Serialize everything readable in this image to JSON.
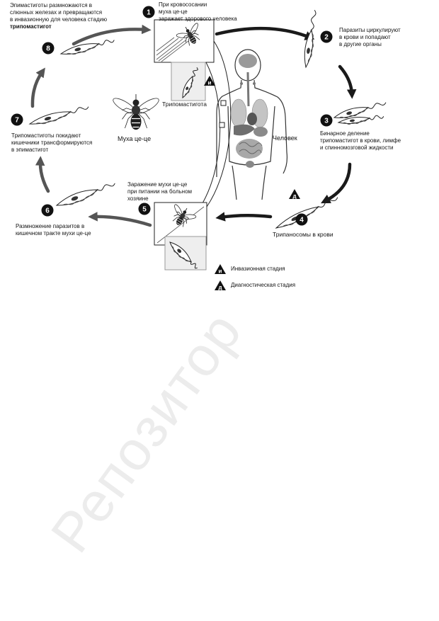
{
  "steps": [
    {
      "number": "1",
      "lines": [
        "При кровососании",
        "муха це-це",
        "заражает здорового человека"
      ]
    },
    {
      "number": "2",
      "lines": [
        "Паразиты циркулируют",
        "в крови и попадают",
        "в другие органы"
      ]
    },
    {
      "number": "3",
      "lines": [
        "Бинарное деление",
        "трипомастигот в крови, лимфе",
        "и спинномозговой жидкости"
      ]
    },
    {
      "number": "4",
      "lines": [
        "Трипаносомы в крови"
      ]
    },
    {
      "number": "5",
      "lines": [
        "Заражение мухи це-це",
        "при питании на больном",
        "хозяине"
      ]
    },
    {
      "number": "6",
      "lines": [
        "Размножение паразитов в",
        "кишечном тракте мухи це-це"
      ]
    },
    {
      "number": "7",
      "lines": [
        "Трипомастиготы покидают",
        "кишечники трансформируются",
        "в эпимастигот"
      ]
    },
    {
      "number": "8",
      "lines": [
        "Эпимастиготы размножаются в",
        "слюнных железах и превращаются",
        "в инвазионную для человека стадию",
        "трипомастигот"
      ]
    }
  ],
  "labels": {
    "trypomastigote": "Трипомастигота",
    "tsetse_fly": "Муха це-це",
    "human": "Человек"
  },
  "stage_markers": {
    "infective": "и",
    "diagnostic": "д"
  },
  "legend": [
    {
      "marker": "и",
      "text": "Инвазионная стадия"
    },
    {
      "marker": "д",
      "text": "Диагностическая стадия"
    }
  ],
  "watermark": "Репозитор",
  "colors": {
    "ink": "#111111",
    "arrow_human_side": "#1a1a1a",
    "arrow_fly_side": "#555555",
    "organs": "#9a9a9a",
    "watermark": "#ececec"
  }
}
